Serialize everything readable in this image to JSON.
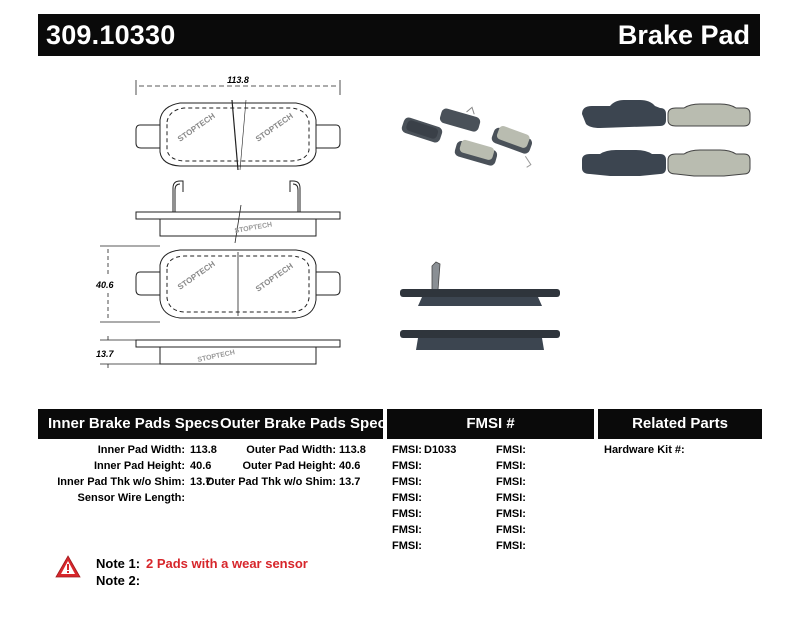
{
  "header": {
    "part_number": "309.10330",
    "product_type": "Brake Pad"
  },
  "dimensions": {
    "width": "113.8",
    "height": "40.6",
    "thickness": "13.7"
  },
  "drawing_text": {
    "logo": "STOPTECH"
  },
  "sections": {
    "inner_title": "Inner Brake Pads Specs",
    "outer_title": "Outer Brake Pads Specs",
    "fmsi_title": "FMSI #",
    "related_title": "Related Parts"
  },
  "inner_specs": [
    {
      "label": "Inner Pad Width:",
      "value": "113.8"
    },
    {
      "label": "Inner Pad Height:",
      "value": "40.6"
    },
    {
      "label": "Inner Pad Thk w/o Shim:",
      "value": "13.7"
    },
    {
      "label": "Sensor Wire Length:",
      "value": ""
    }
  ],
  "outer_specs": [
    {
      "label": "Outer Pad Width:",
      "value": "113.8"
    },
    {
      "label": "Outer Pad Height:",
      "value": "40.6"
    },
    {
      "label": "Outer Pad Thk w/o Shim:",
      "value": "13.7"
    }
  ],
  "fmsi_left": [
    {
      "label": "FMSI:",
      "value": "D1033"
    },
    {
      "label": "FMSI:",
      "value": ""
    },
    {
      "label": "FMSI:",
      "value": ""
    },
    {
      "label": "FMSI:",
      "value": ""
    },
    {
      "label": "FMSI:",
      "value": ""
    },
    {
      "label": "FMSI:",
      "value": ""
    },
    {
      "label": "FMSI:",
      "value": ""
    }
  ],
  "fmsi_right": [
    {
      "label": "FMSI:",
      "value": ""
    },
    {
      "label": "FMSI:",
      "value": ""
    },
    {
      "label": "FMSI:",
      "value": ""
    },
    {
      "label": "FMSI:",
      "value": ""
    },
    {
      "label": "FMSI:",
      "value": ""
    },
    {
      "label": "FMSI:",
      "value": ""
    },
    {
      "label": "FMSI:",
      "value": ""
    }
  ],
  "related": {
    "hardware_label": "Hardware Kit #:",
    "hardware_value": ""
  },
  "notes": {
    "note1_label": "Note 1:",
    "note1_value": "2 Pads with a wear sensor",
    "note2_label": "Note 2:",
    "note2_value": ""
  },
  "colors": {
    "header_bg": "#0a0a0a",
    "note_red": "#d7262b",
    "pad_dark": "#3c4550",
    "pad_friction": "#b9bcb0"
  },
  "icons": {
    "warning": "warning-triangle-icon"
  }
}
